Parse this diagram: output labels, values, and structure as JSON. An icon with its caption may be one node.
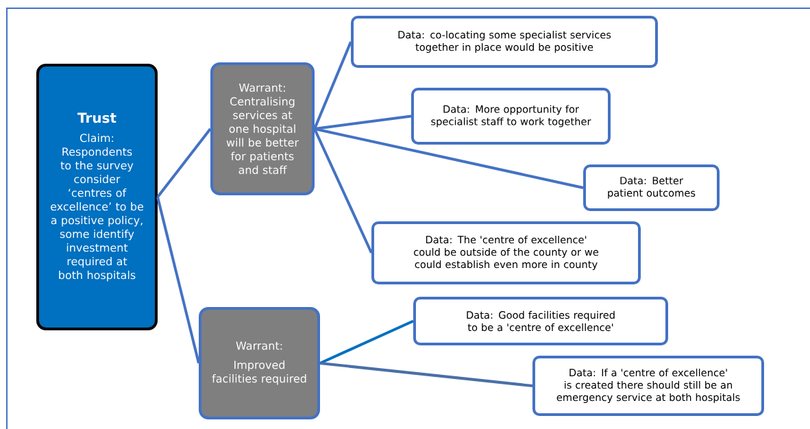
{
  "diagram": {
    "nodes": [
      {
        "text": [
          "Trust",
          "Claim: Respondents to the survey consider ‘centres of excellence’ to be a positive policy, some identify investment required at both hospitals"
        ]
      },
      {
        "text": [
          "Warrant: Centralising services at one hospital will be better for patients and staff"
        ]
      },
      {
        "text": [
          "Warrant:",
          "Improved facilities required"
        ]
      },
      {
        "text": [
          "Data: co-locating some specialist services together in place would be positive"
        ]
      },
      {
        "text": [
          "Data: More opportunity for specialist staff to work together"
        ]
      },
      {
        "text": [
          "Data: Better patient outcomes"
        ]
      },
      {
        "text": [
          "Data: The 'centre of excellence' could be outside of the county or we could establish even more in county"
        ]
      },
      {
        "text": [
          "Data: Good facilities required to be a 'centre of excellence'"
        ]
      },
      {
        "text": [
          "Data:  If a 'centre of excellence' is created there should still be an emergency service at both hospitals"
        ]
      }
    ],
    "edges": [
      {
        "from": 0,
        "to": 1,
        "arrow": "none"
      },
      {
        "from": 0,
        "to": 2,
        "arrow": "none"
      },
      {
        "from": 1,
        "to": 3,
        "arrow": "none"
      },
      {
        "from": 1,
        "to": 4,
        "arrow": "none"
      },
      {
        "from": 1,
        "to": 5,
        "arrow": "none"
      },
      {
        "from": 1,
        "to": 6,
        "arrow": "none"
      },
      {
        "from": 2,
        "to": 7,
        "arrow": "none",
        "color": "#0070c0"
      },
      {
        "from": 2,
        "to": 8,
        "arrow": "none",
        "color": "#4a6fa8"
      }
    ]
  }
}
